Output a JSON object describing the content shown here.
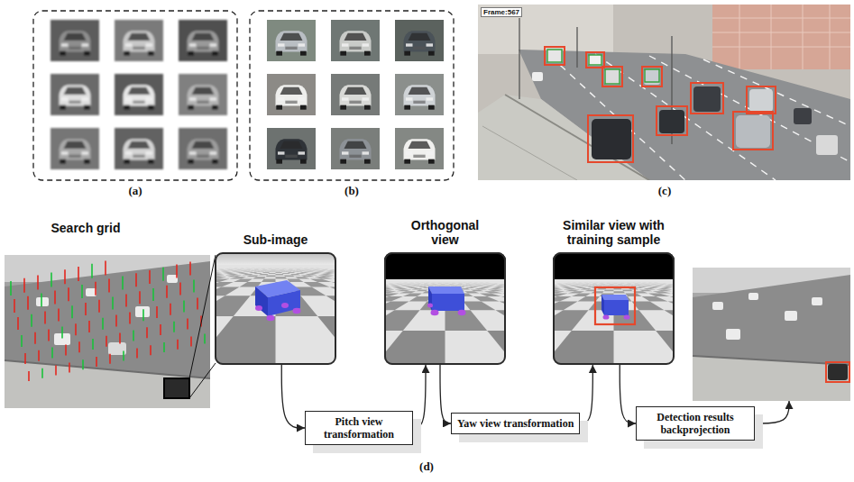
{
  "diagram": {
    "nodes": [
      {
        "text": [
          "Search grid"
        ]
      },
      {
        "text": [
          "Sub-image"
        ]
      },
      {
        "text": [
          "Pitch view transformation"
        ]
      },
      {
        "text": [
          "Orthogonal view"
        ]
      },
      {
        "text": [
          "Yaw view transformation"
        ]
      },
      {
        "text": [
          "Similar view with training sample"
        ]
      },
      {
        "text": [
          "Detection results backprojection"
        ]
      }
    ],
    "edges": [
      {
        "from": 1,
        "to": 2,
        "arrow": "to"
      },
      {
        "from": 2,
        "to": 3,
        "arrow": "to"
      },
      {
        "from": 3,
        "to": 4,
        "arrow": "to"
      },
      {
        "from": 4,
        "to": 5,
        "arrow": "to"
      },
      {
        "from": 5,
        "to": 6,
        "arrow": "to"
      }
    ],
    "labels": [
      "Frame:567",
      "(a)",
      "(b)",
      "(c)",
      "(d)"
    ]
  }
}
